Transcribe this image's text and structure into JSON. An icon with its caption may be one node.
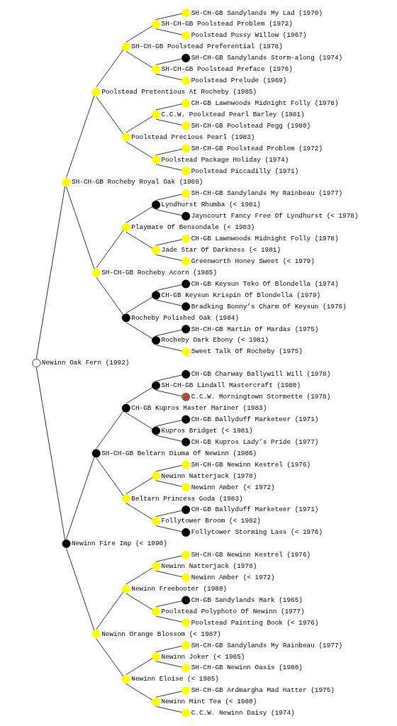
{
  "diagram": {
    "nodes": [
      {
        "text": [],
        "shape": "circle",
        "beside": [
          "Newinn Oak Fern (1992)"
        ]
      },
      {
        "text": [],
        "shape": "circle",
        "beside": [
          "SH-CH-GB Rocheby Royal Oak (1989)"
        ]
      },
      {
        "text": [],
        "shape": "circle",
        "beside": [
          "Poolstead Pretentious At Rocheby (1985)"
        ]
      },
      {
        "text": [],
        "shape": "circle",
        "beside": [
          "SH-CH-GB Poolstead Preferential (1978)"
        ]
      },
      {
        "text": [],
        "shape": "circle",
        "beside": [
          "SH-CH-GB Poolstead Problem (1972)"
        ]
      },
      {
        "text": [],
        "shape": "circle",
        "beside": [
          "SH-CH-GB Sandylands My Lad (1970)"
        ]
      },
      {
        "text": [],
        "shape": "circle",
        "beside": [
          "Poolstead Pussy Willow (1967)"
        ]
      },
      {
        "text": [],
        "shape": "circle",
        "beside": [
          "SH-CH-GB Poolstead Preface (1976)"
        ]
      },
      {
        "text": [],
        "shape": "circle",
        "beside": [
          "SH-CH-GB Sandylands Storm-along (1974)"
        ]
      },
      {
        "text": [],
        "shape": "circle",
        "beside": [
          "Poolstead Prelude (1969)"
        ]
      },
      {
        "text": [],
        "shape": "circle",
        "beside": [
          "Poolstead Precious Pearl (1983)"
        ]
      },
      {
        "text": [],
        "shape": "circle",
        "beside": [
          "C.C.W. Poolstead Pearl Barley (1981)"
        ]
      },
      {
        "text": [],
        "shape": "circle",
        "beside": [
          "CH-GB Lawnwoods Midnight Folly (1978)"
        ]
      },
      {
        "text": [],
        "shape": "circle",
        "beside": [
          "SH-CH-GB Poolstead Pegg (1980)"
        ]
      },
      {
        "text": [],
        "shape": "circle",
        "beside": [
          "Poolstead Package Holiday (1974)"
        ]
      },
      {
        "text": [],
        "shape": "circle",
        "beside": [
          "SH-CH-GB Poolstead Problem (1972)"
        ]
      },
      {
        "text": [],
        "shape": "circle",
        "beside": [
          "Poolstead Piccadilly (1971)"
        ]
      },
      {
        "text": [],
        "shape": "circle",
        "beside": [
          "SH-CH-GB Rocheby Acorn (1985)"
        ]
      },
      {
        "text": [],
        "shape": "circle",
        "beside": [
          "Playmate Of Bensondale (< 1983)"
        ]
      },
      {
        "text": [],
        "shape": "circle",
        "beside": [
          "Lyndhurst Rhumba (< 1981)"
        ]
      },
      {
        "text": [],
        "shape": "circle",
        "beside": [
          "SH-CH-GB Sandylands My Rainbeau (1977)"
        ]
      },
      {
        "text": [],
        "shape": "circle",
        "beside": [
          "Jayncourt Fancy Free Of Lyndhurst (< 1978)"
        ]
      },
      {
        "text": [],
        "shape": "circle",
        "beside": [
          "Jade Star Of Darkness (< 1981)"
        ]
      },
      {
        "text": [],
        "shape": "circle",
        "beside": [
          "CH-GB Lawnwoods Midnight Folly (1978)"
        ]
      },
      {
        "text": [],
        "shape": "circle",
        "beside": [
          "Greenworth Honey Sweet (< 1979)"
        ]
      },
      {
        "text": [],
        "shape": "circle",
        "beside": [
          "Rocheby Polished Oak (1984)"
        ]
      },
      {
        "text": [],
        "shape": "circle",
        "beside": [
          "CH-GB Keysun Krispin Of Blondella (1979)"
        ]
      },
      {
        "text": [],
        "shape": "circle",
        "beside": [
          "CH-GB Keysun Teko Of Blondella (1974)"
        ]
      },
      {
        "text": [],
        "shape": "circle",
        "beside": [
          "Bradking Bonny’s Charm Of Keysun (1976)"
        ]
      },
      {
        "text": [],
        "shape": "circle",
        "beside": [
          "Rocheby Dark Ebony (< 1981)"
        ]
      },
      {
        "text": [],
        "shape": "circle",
        "beside": [
          "SH-CH-GB Martin Of Mardas (1975)"
        ]
      },
      {
        "text": [],
        "shape": "circle",
        "beside": [
          "Sweet Talk Of Rocheby (1975)"
        ]
      },
      {
        "text": [],
        "shape": "circle",
        "beside": [
          "Newinn Fire Imp (< 1990)"
        ]
      },
      {
        "text": [],
        "shape": "circle",
        "beside": [
          "SH-CH-GB Beltarn Diuma Of Newinn (1986)"
        ]
      },
      {
        "text": [],
        "shape": "circle",
        "beside": [
          "CH-GB Kupros Master Mariner (1983)"
        ]
      },
      {
        "text": [],
        "shape": "circle",
        "beside": [
          "SH-CH-GB Lindall Mastercraft (1980)"
        ]
      },
      {
        "text": [],
        "shape": "circle",
        "beside": [
          "CH-GB Charway Ballywill Will (1978)"
        ]
      },
      {
        "text": [],
        "shape": "circle",
        "beside": [
          "C.C.W. Morningtown Stormette (1978)"
        ]
      },
      {
        "text": [],
        "shape": "circle",
        "beside": [
          "Kupros Bridget (< 1981)"
        ]
      },
      {
        "text": [],
        "shape": "circle",
        "beside": [
          "CH-GB Ballyduff Marketeer (1971)"
        ]
      },
      {
        "text": [],
        "shape": "circle",
        "beside": [
          "CH-GB Kupros Lady’s Pride (1977)"
        ]
      },
      {
        "text": [],
        "shape": "circle",
        "beside": [
          "Beltarn Princess Goda (1983)"
        ]
      },
      {
        "text": [],
        "shape": "circle",
        "beside": [
          "Newinn Natterjack (1978)"
        ]
      },
      {
        "text": [],
        "shape": "circle",
        "beside": [
          "SH-CH-GB Newinn Kestrel (1976)"
        ]
      },
      {
        "text": [],
        "shape": "circle",
        "beside": [
          "Newinn Amber (< 1972)"
        ]
      },
      {
        "text": [],
        "shape": "circle",
        "beside": [
          "Follytower Broom (< 1982)"
        ]
      },
      {
        "text": [],
        "shape": "circle",
        "beside": [
          "CH-GB Ballyduff Marketeer (1971)"
        ]
      },
      {
        "text": [],
        "shape": "circle",
        "beside": [
          "Follytower Storming Lass (< 1976)"
        ]
      },
      {
        "text": [],
        "shape": "circle",
        "beside": [
          "Newinn Orange Blossom (< 1987)"
        ]
      },
      {
        "text": [],
        "shape": "circle",
        "beside": [
          "Newinn Freebooter (1980)"
        ]
      },
      {
        "text": [],
        "shape": "circle",
        "beside": [
          "Newinn Natterjack (1978)"
        ]
      },
      {
        "text": [],
        "shape": "circle",
        "beside": [
          "SH-CH-GB Newinn Kestrel (1976)"
        ]
      },
      {
        "text": [],
        "shape": "circle",
        "beside": [
          "Newinn Amber (< 1972)"
        ]
      },
      {
        "text": [],
        "shape": "circle",
        "beside": [
          "Poolstead Polyphoto Of Newinn (1977)"
        ]
      },
      {
        "text": [],
        "shape": "circle",
        "beside": [
          "CH-GB Sandylands Mark (1965)"
        ]
      },
      {
        "text": [],
        "shape": "circle",
        "beside": [
          "Poolstead Painting Book (< 1976)"
        ]
      },
      {
        "text": [],
        "shape": "circle",
        "beside": [
          "Newinn Eloise (< 1985)"
        ]
      },
      {
        "text": [],
        "shape": "circle",
        "beside": [
          "Newinn Joker (< 1985)"
        ]
      },
      {
        "text": [],
        "shape": "circle",
        "beside": [
          "SH-CH-GB Sandylands My Rainbeau (1977)"
        ]
      },
      {
        "text": [],
        "shape": "circle",
        "beside": [
          "SH-CH-GB Newinn Oasis (1980)"
        ]
      },
      {
        "text": [],
        "shape": "circle",
        "beside": [
          "Newinn Mint Tea (< 1980)"
        ]
      },
      {
        "text": [],
        "shape": "circle",
        "beside": [
          "SH-CH-GB Ardmargha Mad Hatter (1975)"
        ]
      },
      {
        "text": [],
        "shape": "circle",
        "beside": [
          "C.C.W. Newinn Daisy (1974)"
        ]
      }
    ],
    "edges": [
      {
        "from": 0,
        "to": 1,
        "arrow": "none"
      },
      {
        "from": 1,
        "to": 2,
        "arrow": "none"
      },
      {
        "from": 2,
        "to": 3,
        "arrow": "none"
      },
      {
        "from": 3,
        "to": 4,
        "arrow": "none"
      },
      {
        "from": 4,
        "to": 5,
        "arrow": "none"
      },
      {
        "from": 4,
        "to": 6,
        "arrow": "none"
      },
      {
        "from": 3,
        "to": 7,
        "arrow": "none"
      },
      {
        "from": 7,
        "to": 8,
        "arrow": "none"
      },
      {
        "from": 7,
        "to": 9,
        "arrow": "none"
      },
      {
        "from": 2,
        "to": 10,
        "arrow": "none"
      },
      {
        "from": 10,
        "to": 11,
        "arrow": "none"
      },
      {
        "from": 11,
        "to": 12,
        "arrow": "none"
      },
      {
        "from": 11,
        "to": 13,
        "arrow": "none"
      },
      {
        "from": 10,
        "to": 14,
        "arrow": "none"
      },
      {
        "from": 14,
        "to": 15,
        "arrow": "none"
      },
      {
        "from": 14,
        "to": 16,
        "arrow": "none"
      },
      {
        "from": 1,
        "to": 17,
        "arrow": "none"
      },
      {
        "from": 17,
        "to": 18,
        "arrow": "none"
      },
      {
        "from": 18,
        "to": 19,
        "arrow": "none"
      },
      {
        "from": 19,
        "to": 20,
        "arrow": "none"
      },
      {
        "from": 19,
        "to": 21,
        "arrow": "none"
      },
      {
        "from": 18,
        "to": 22,
        "arrow": "none"
      },
      {
        "from": 22,
        "to": 23,
        "arrow": "none"
      },
      {
        "from": 22,
        "to": 24,
        "arrow": "none"
      },
      {
        "from": 17,
        "to": 25,
        "arrow": "none"
      },
      {
        "from": 25,
        "to": 26,
        "arrow": "none"
      },
      {
        "from": 26,
        "to": 27,
        "arrow": "none"
      },
      {
        "from": 26,
        "to": 28,
        "arrow": "none"
      },
      {
        "from": 25,
        "to": 29,
        "arrow": "none"
      },
      {
        "from": 29,
        "to": 30,
        "arrow": "none"
      },
      {
        "from": 29,
        "to": 31,
        "arrow": "none"
      },
      {
        "from": 0,
        "to": 32,
        "arrow": "none"
      },
      {
        "from": 32,
        "to": 33,
        "arrow": "none"
      },
      {
        "from": 33,
        "to": 34,
        "arrow": "none"
      },
      {
        "from": 34,
        "to": 35,
        "arrow": "none"
      },
      {
        "from": 35,
        "to": 36,
        "arrow": "none"
      },
      {
        "from": 35,
        "to": 37,
        "arrow": "none"
      },
      {
        "from": 34,
        "to": 38,
        "arrow": "none"
      },
      {
        "from": 38,
        "to": 39,
        "arrow": "none"
      },
      {
        "from": 38,
        "to": 40,
        "arrow": "none"
      },
      {
        "from": 33,
        "to": 41,
        "arrow": "none"
      },
      {
        "from": 41,
        "to": 42,
        "arrow": "none"
      },
      {
        "from": 42,
        "to": 43,
        "arrow": "none"
      },
      {
        "from": 42,
        "to": 44,
        "arrow": "none"
      },
      {
        "from": 41,
        "to": 45,
        "arrow": "none"
      },
      {
        "from": 45,
        "to": 46,
        "arrow": "none"
      },
      {
        "from": 45,
        "to": 47,
        "arrow": "none"
      },
      {
        "from": 32,
        "to": 48,
        "arrow": "none"
      },
      {
        "from": 48,
        "to": 49,
        "arrow": "none"
      },
      {
        "from": 49,
        "to": 50,
        "arrow": "none"
      },
      {
        "from": 50,
        "to": 51,
        "arrow": "none"
      },
      {
        "from": 50,
        "to": 52,
        "arrow": "none"
      },
      {
        "from": 49,
        "to": 53,
        "arrow": "none"
      },
      {
        "from": 53,
        "to": 54,
        "arrow": "none"
      },
      {
        "from": 53,
        "to": 55,
        "arrow": "none"
      },
      {
        "from": 48,
        "to": 56,
        "arrow": "none"
      },
      {
        "from": 56,
        "to": 57,
        "arrow": "none"
      },
      {
        "from": 57,
        "to": 58,
        "arrow": "none"
      },
      {
        "from": 57,
        "to": 59,
        "arrow": "none"
      },
      {
        "from": 56,
        "to": 60,
        "arrow": "none"
      },
      {
        "from": 60,
        "to": 61,
        "arrow": "none"
      },
      {
        "from": 60,
        "to": 62,
        "arrow": "none"
      }
    ]
  }
}
